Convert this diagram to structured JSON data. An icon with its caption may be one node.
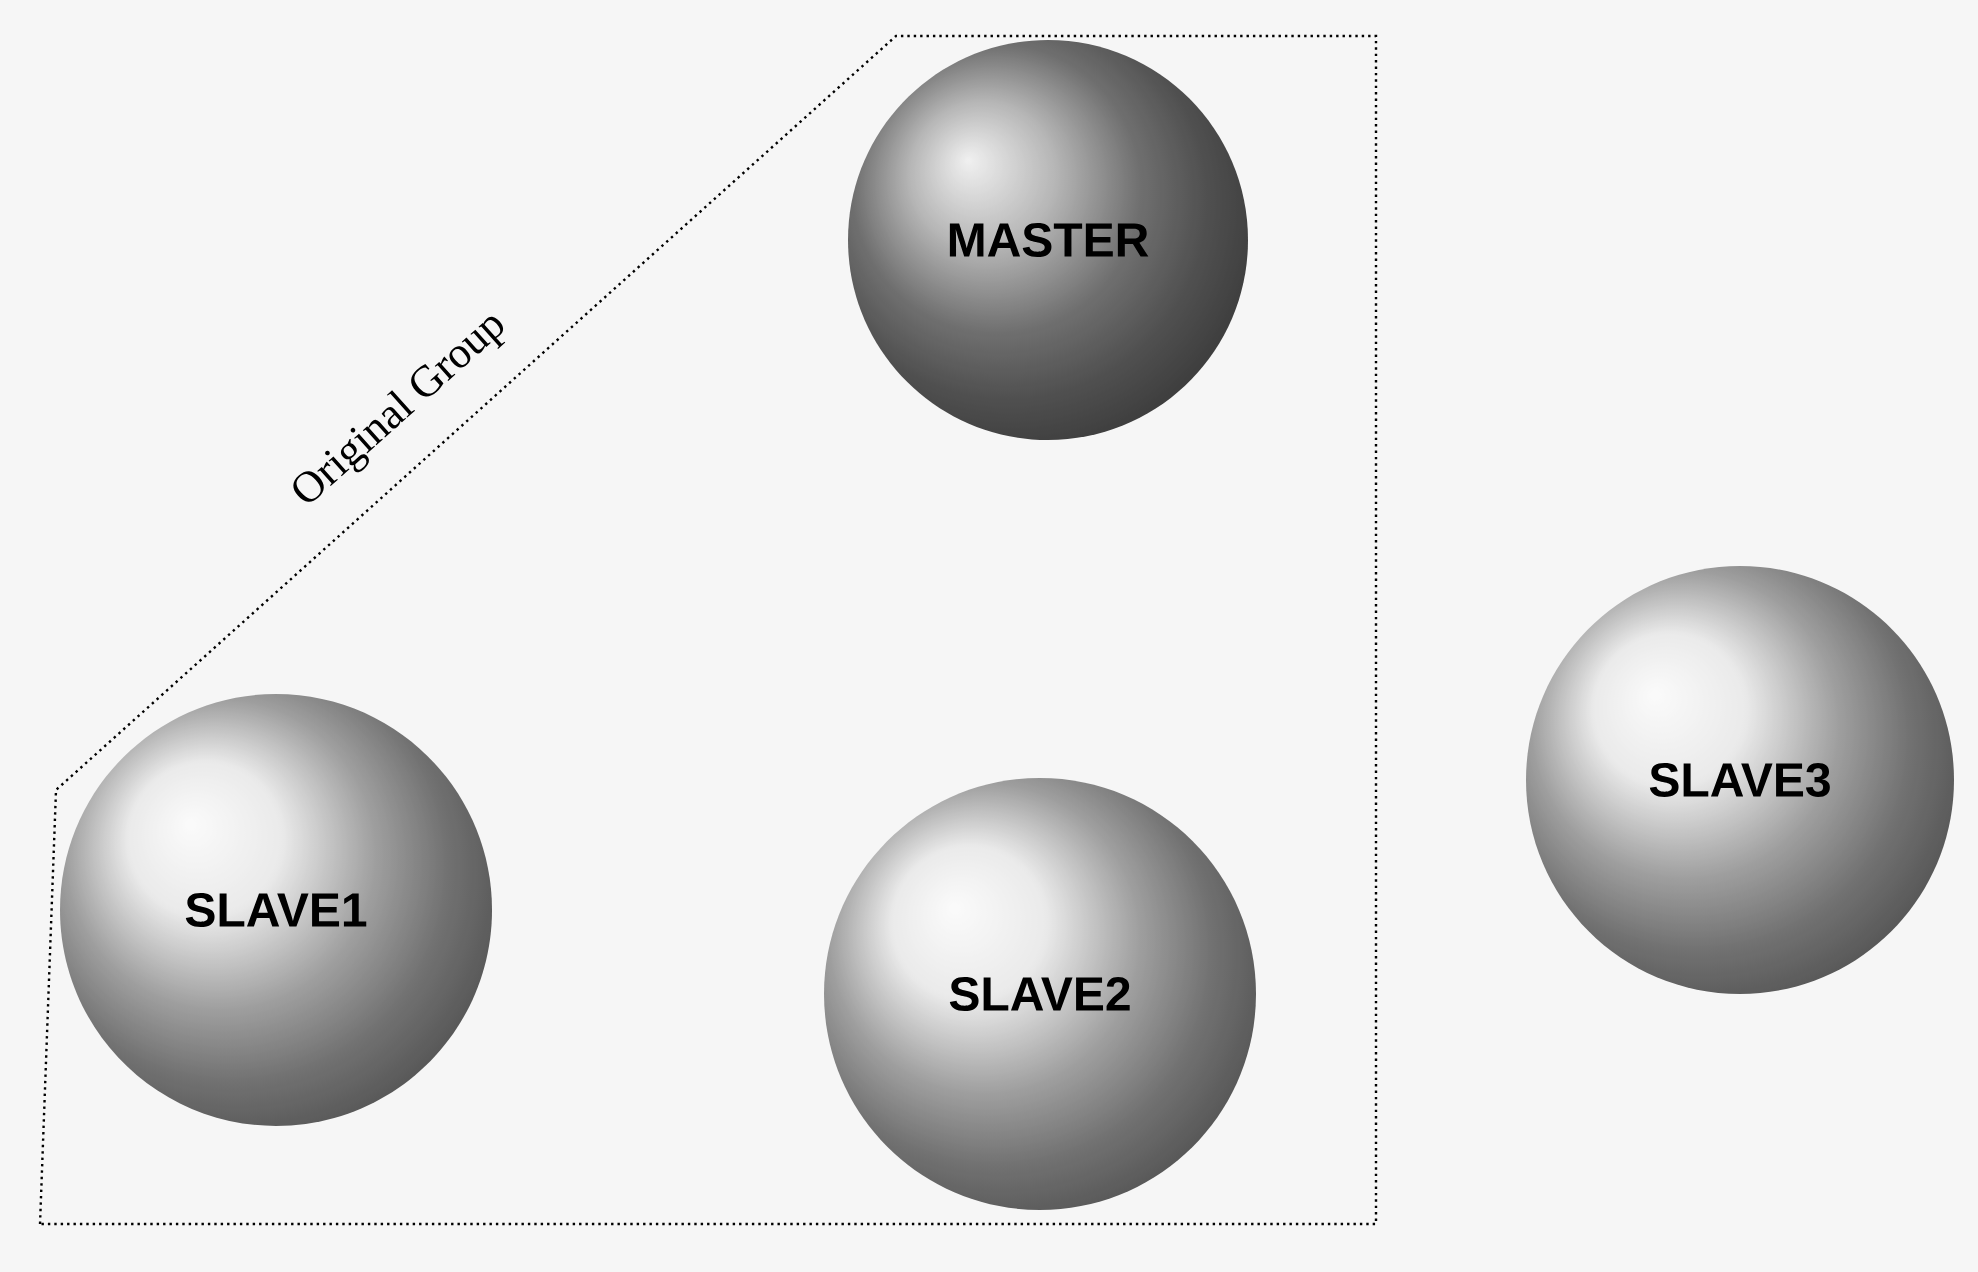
{
  "diagram": {
    "nodes": [
      {
        "text": [
          "Original Group"
        ]
      },
      {
        "text": [
          "MASTER"
        ],
        "in": 0
      },
      {
        "text": [
          "SLAVE1"
        ],
        "in": 0
      },
      {
        "text": [
          "SLAVE2"
        ],
        "in": 0
      },
      {
        "text": [
          "SLAVE3"
        ]
      }
    ]
  }
}
